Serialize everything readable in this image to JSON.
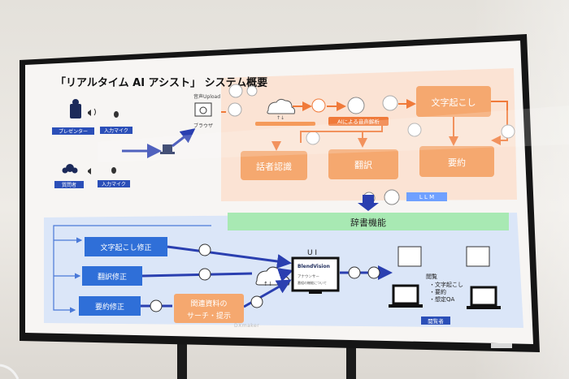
{
  "slide": {
    "title": "「リアルタイム AI アシスト」 システム概要",
    "presenter": "プレゼンター",
    "input_mic_1": "入力マイク",
    "questioner": "質問者",
    "input_mic_2": "入力マイク",
    "audio_upload": "音声Upload",
    "browser": "ブラウザ",
    "ai_speech": "AIによる音声解析",
    "transcription": "文字起こし",
    "speaker_recognition": "話者認識",
    "translation": "翻訳",
    "summary": "要約",
    "llm": "L L M",
    "dictionary": "辞書機能",
    "edit_transcription": "文字起こし修正",
    "edit_translation": "翻訳修正",
    "edit_summary": "要約修正",
    "search_1": "関連資料の",
    "search_2": "サーチ・提示",
    "ui": "U I",
    "ui_brand": "BlendVision",
    "ui_line1": "アナウンサー",
    "ui_line2": "番組の機能について",
    "viewer_heading": "閲覧",
    "viewer_items": [
      "・文字起こし",
      "・要約",
      "・想定QA"
    ],
    "viewer": "閲覧者"
  },
  "monitor": {
    "brand": "DXmaker"
  },
  "colors": {
    "orange_box": "#f5a86f",
    "orange_region": "#fbe3d4",
    "blue_box": "#2f6fd8",
    "blue_region": "#dbe6f8",
    "green_bar": "#a8e9b3",
    "arrow_blue": "#2a3fb0",
    "arrow_orange": "#f07a3a"
  }
}
